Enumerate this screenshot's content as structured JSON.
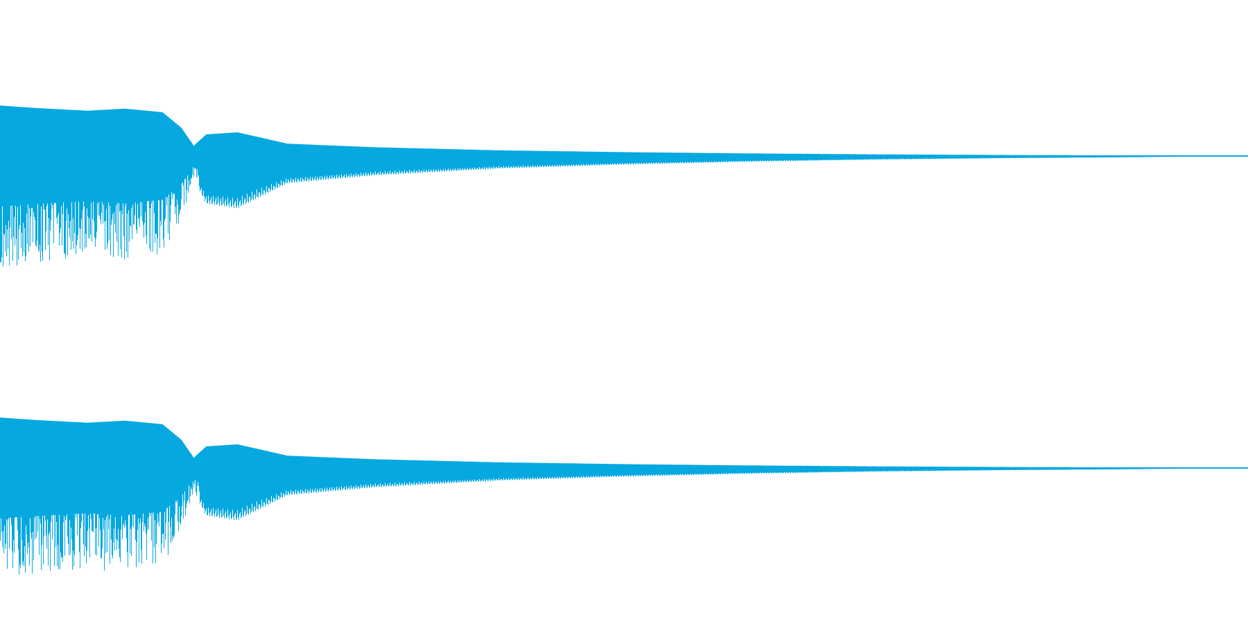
{
  "waveform": {
    "color": "#06a8e0",
    "background": "#ffffff",
    "channels": [
      {
        "name": "left"
      },
      {
        "name": "right"
      }
    ],
    "envelope": {
      "t": [
        0,
        0.03,
        0.07,
        0.1,
        0.13,
        0.145,
        0.155,
        0.165,
        0.19,
        0.23,
        0.3,
        0.4,
        0.5,
        0.6,
        0.7,
        0.8,
        0.9,
        0.95,
        1.0
      ],
      "amp": [
        0.98,
        0.93,
        0.88,
        0.92,
        0.85,
        0.55,
        0.2,
        0.42,
        0.46,
        0.24,
        0.17,
        0.11,
        0.075,
        0.05,
        0.032,
        0.02,
        0.012,
        0.006,
        0.004
      ]
    }
  }
}
